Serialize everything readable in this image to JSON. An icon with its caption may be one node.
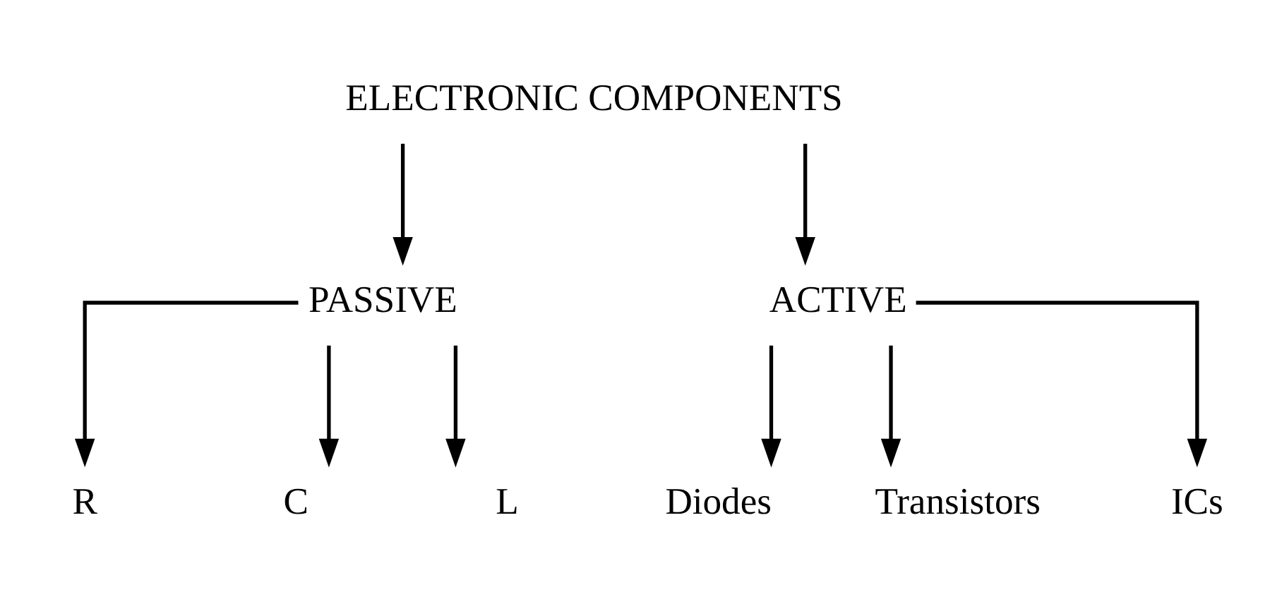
{
  "diagram": {
    "nodes": [
      {
        "text": [
          "ELECTRONIC COMPONENTS"
        ]
      },
      {
        "text": [
          "PASSIVE"
        ]
      },
      {
        "text": [
          "ACTIVE"
        ]
      },
      {
        "text": [
          "R"
        ]
      },
      {
        "text": [
          "C"
        ]
      },
      {
        "text": [
          "L"
        ]
      },
      {
        "text": [
          "Diodes"
        ]
      },
      {
        "text": [
          "Transistors"
        ]
      },
      {
        "text": [
          "ICs"
        ]
      }
    ],
    "edges": [
      {
        "from": 0,
        "to": 1,
        "arrow": "to"
      },
      {
        "from": 0,
        "to": 2,
        "arrow": "to"
      },
      {
        "from": 1,
        "to": 3,
        "arrow": "to"
      },
      {
        "from": 1,
        "to": 4,
        "arrow": "to"
      },
      {
        "from": 1,
        "to": 5,
        "arrow": "to"
      },
      {
        "from": 2,
        "to": 6,
        "arrow": "to"
      },
      {
        "from": 2,
        "to": 7,
        "arrow": "to"
      },
      {
        "from": 2,
        "to": 8,
        "arrow": "to"
      }
    ]
  }
}
